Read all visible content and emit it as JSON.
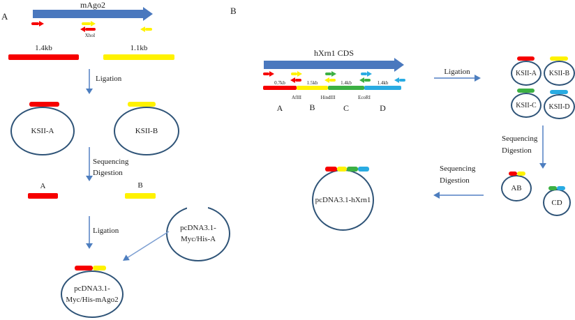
{
  "colors": {
    "gene_arrow_blue": "#4a78be",
    "connector_blue": "#4d7ebf",
    "plasmid_outline_navy": "#2e5377",
    "fragment_red": "#f60000",
    "fragment_yellow": "#fff200",
    "fragment_green": "#3cb043",
    "fragment_blue": "#29abe2"
  },
  "icons": {
    "gene_arrow": "thick-right-arrow",
    "primer": "small-block-arrow",
    "connector": "thin-line-arrow",
    "plasmid": "circle-with-insert-segment"
  },
  "panel_a": {
    "label": "A",
    "gene_title": "mAgo2",
    "enzyme_site": "XhoI",
    "fragment1_size": "1.4kb",
    "fragment2_size": "1.1kb",
    "step_ligation1": "Ligation",
    "plasmid_a": "KSII-A",
    "plasmid_b": "KSII-B",
    "step_sequencing": "Sequencing",
    "step_digestion": "Digestion",
    "fragment_a_label": "A",
    "fragment_b_label": "B",
    "step_ligation2": "Ligation",
    "vector_line1": "pcDNA3.1-",
    "vector_line2": "Myc/His-A",
    "product_line1": "pcDNA3.1-",
    "product_line2": "Myc/His-mAgo2"
  },
  "panel_b": {
    "label": "B",
    "gene_title": "hXrn1 CDS",
    "segment_sizes": [
      "0.7kb",
      "1.5kb",
      "1.4kb",
      "1.4kb"
    ],
    "enzymes": [
      "AflII",
      "HindIII",
      "EcoRI"
    ],
    "segment_letters": [
      "A",
      "B",
      "C",
      "D"
    ],
    "step_ligation": "Ligation",
    "plasmids": [
      "KSII-A",
      "KSII-B",
      "KSII-C",
      "KSII-D"
    ],
    "step_sequencing1": "Sequencing",
    "step_digestion1": "Digestion",
    "intermediate_ab": "AB",
    "intermediate_cd": "CD",
    "step_sequencing2": "Sequencing",
    "step_digestion2": "Digestion",
    "product": "pcDNA3.1-hXrn1"
  }
}
